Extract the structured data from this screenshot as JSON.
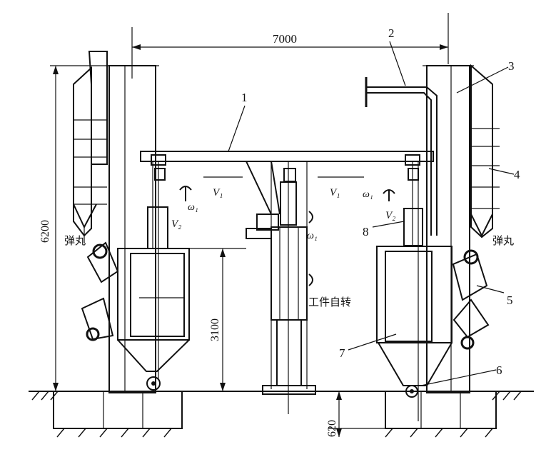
{
  "figure": {
    "dimensions": {
      "width_overall": "7000",
      "height_overall": "6200",
      "chamber_height": "3100",
      "pit_depth": "620"
    },
    "part_numbers": [
      "1",
      "2",
      "3",
      "4",
      "5",
      "6",
      "7",
      "8"
    ],
    "motion_labels": {
      "v1_left": "V₁",
      "v1_right": "V₁",
      "v2_left": "V₂",
      "v2_right": "V₂",
      "w1_left": "ω₁",
      "w1_center": "ω₁",
      "w1_right": "ω₁"
    },
    "text_labels": {
      "shot_left": "弹丸",
      "shot_right": "弹丸",
      "workpiece_rotation": "工件自转"
    }
  }
}
